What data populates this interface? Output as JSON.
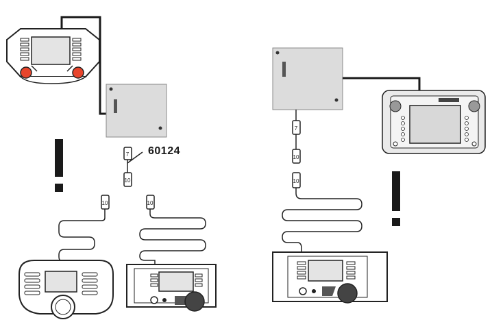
{
  "diagram": {
    "part_number_label": "60124",
    "connector_labels": {
      "left_upper": "7",
      "left_lower": "10",
      "left_cable_a": "10",
      "left_cable_b": "10",
      "right_upper": "7",
      "right_middle": "10",
      "right_lower": "10"
    },
    "warning_symbol": "!",
    "colors": {
      "module_fill": "#dcdcdc",
      "wire": "#1a1a1a",
      "knob_red": "#e8452c",
      "screen": "#d8d8d8"
    }
  }
}
